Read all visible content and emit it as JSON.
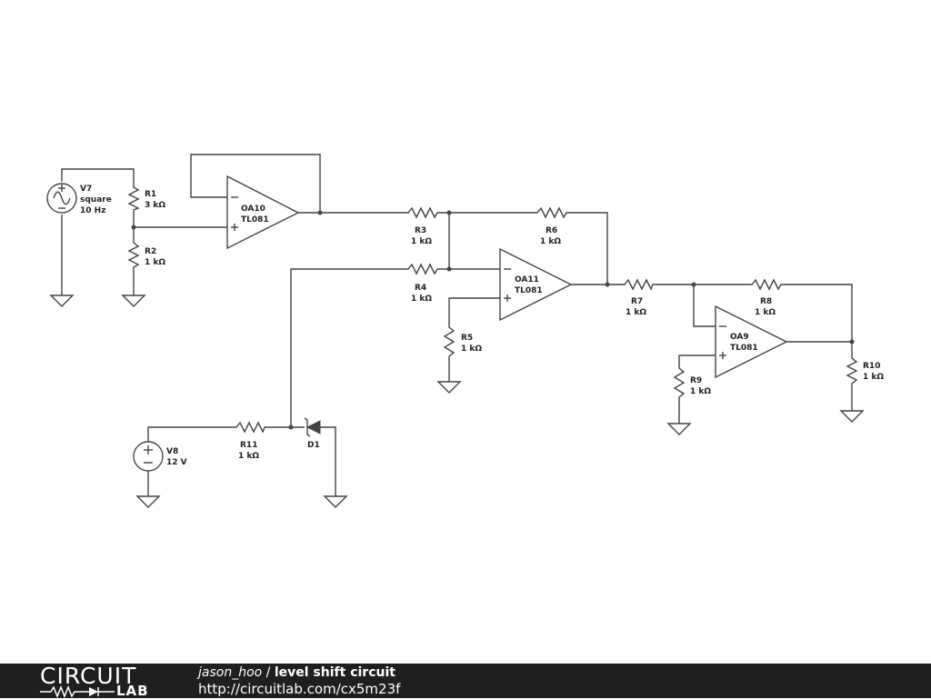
{
  "components": {
    "v7": {
      "name": "V7",
      "line2": "square",
      "line3": "10 Hz"
    },
    "r1": {
      "name": "R1",
      "value": "3 kΩ"
    },
    "r2": {
      "name": "R2",
      "value": "1 kΩ"
    },
    "oa10": {
      "name": "OA10",
      "model": "TL081"
    },
    "r3": {
      "name": "R3",
      "value": "1 kΩ"
    },
    "r6": {
      "name": "R6",
      "value": "1 kΩ"
    },
    "r4": {
      "name": "R4",
      "value": "1 kΩ"
    },
    "oa11": {
      "name": "OA11",
      "model": "TL081"
    },
    "r5": {
      "name": "R5",
      "value": "1 kΩ"
    },
    "r7": {
      "name": "R7",
      "value": "1 kΩ"
    },
    "r8": {
      "name": "R8",
      "value": "1 kΩ"
    },
    "oa9": {
      "name": "OA9",
      "model": "TL081"
    },
    "r9": {
      "name": "R9",
      "value": "1 kΩ"
    },
    "r10": {
      "name": "R10",
      "value": "1 kΩ"
    },
    "v8": {
      "name": "V8",
      "value": "12 V"
    },
    "r11": {
      "name": "R11",
      "value": "1 kΩ"
    },
    "d1": {
      "name": "D1"
    }
  },
  "footer": {
    "logo_top": "CIRCUIT",
    "logo_bottom": "LAB",
    "author": "jason_hoo",
    "separator": " / ",
    "title": "level shift circuit",
    "url": "http://circuitlab.com/cx5m23f"
  }
}
